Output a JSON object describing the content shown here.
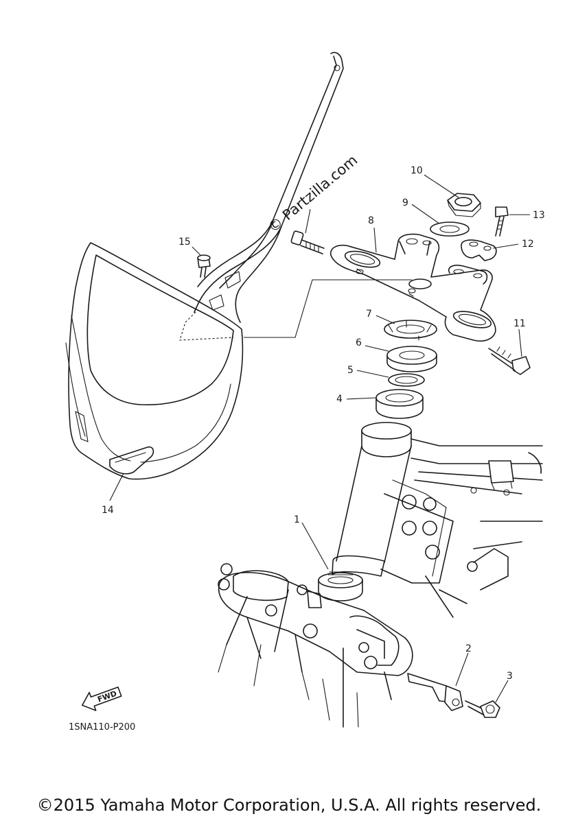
{
  "watermark": "© Partzilla.com",
  "drawing_code": "1SNA110-P200",
  "fwd_label": "FWD",
  "copyright": "©2015 Yamaha Motor Corporation, U.S.A. All rights reserved.",
  "callouts": [
    "1",
    "2",
    "3",
    "4",
    "5",
    "6",
    "7",
    "8",
    "9",
    "10",
    "11",
    "12",
    "13",
    "14",
    "15"
  ]
}
